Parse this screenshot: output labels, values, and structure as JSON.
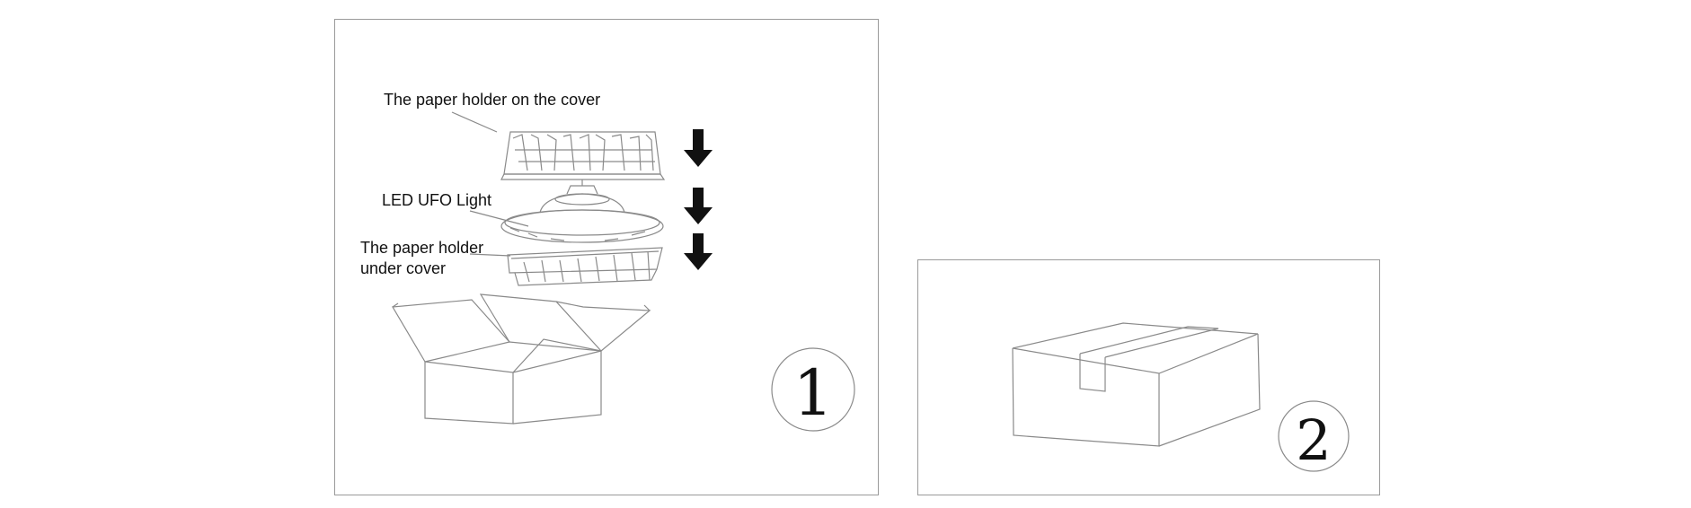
{
  "step1": {
    "number": "1",
    "labels": {
      "top_holder": "The paper holder on the cover",
      "ufo_light": "LED UFO Light",
      "bottom_holder_line1": "The paper holder",
      "bottom_holder_line2": "under cover"
    }
  },
  "step2": {
    "number": "2"
  },
  "colors": {
    "line": "#8a8a8a",
    "border": "#9a9a9a",
    "arrow": "#111111"
  },
  "icons": [
    "down-arrow-icon",
    "down-arrow-icon",
    "down-arrow-icon"
  ]
}
